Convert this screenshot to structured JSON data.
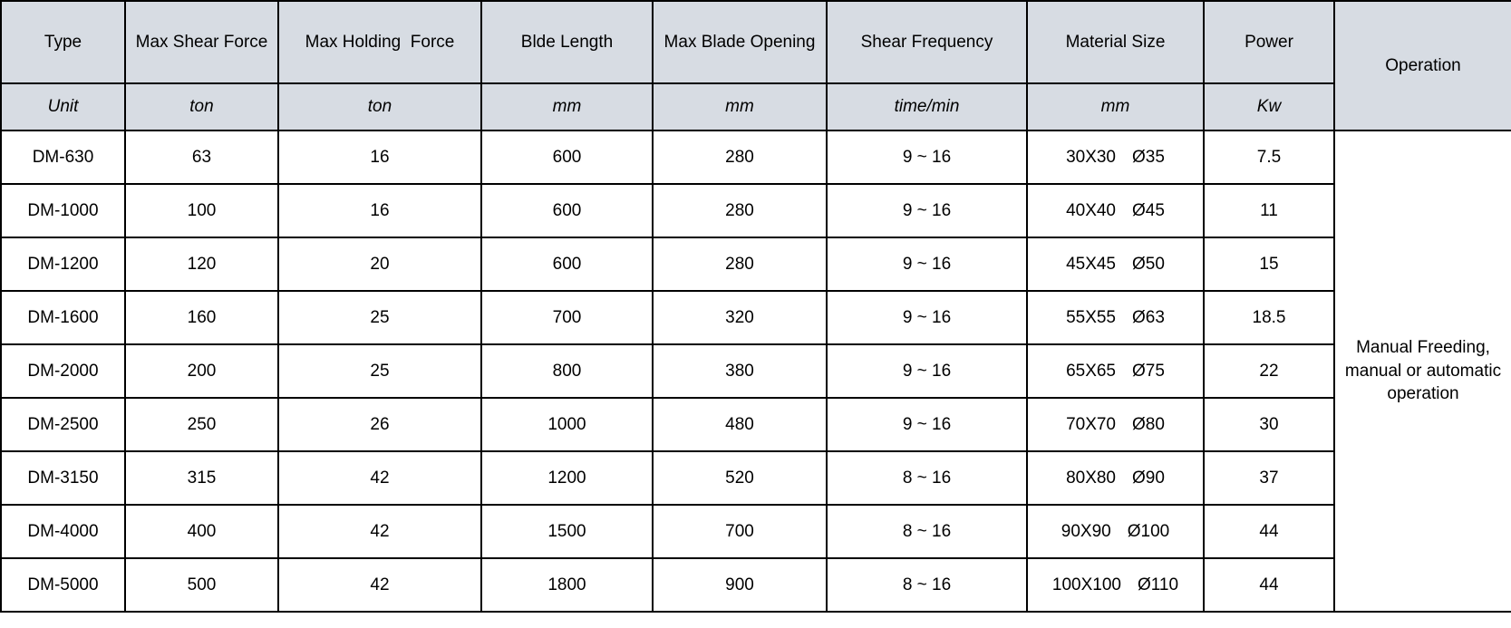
{
  "table": {
    "headers": [
      "Type",
      "Max Shear Force",
      "Max Holding  Force",
      "Blde Length",
      "Max Blade Opening",
      "Shear Frequency",
      "Material Size",
      "Power",
      "Operation"
    ],
    "units": [
      "Unit",
      "ton",
      "ton",
      "mm",
      "mm",
      "time/min",
      "mm",
      "Kw"
    ],
    "rows": [
      {
        "type": "DM-630",
        "shear": "63",
        "holding": "16",
        "length": "600",
        "opening": "280",
        "frequency": "9 ~ 16",
        "mat_sq": "30X30",
        "mat_dia": "Ø35",
        "power": "7.5"
      },
      {
        "type": "DM-1000",
        "shear": "100",
        "holding": "16",
        "length": "600",
        "opening": "280",
        "frequency": "9 ~ 16",
        "mat_sq": "40X40",
        "mat_dia": "Ø45",
        "power": "11"
      },
      {
        "type": "DM-1200",
        "shear": "120",
        "holding": "20",
        "length": "600",
        "opening": "280",
        "frequency": "9 ~ 16",
        "mat_sq": "45X45",
        "mat_dia": "Ø50",
        "power": "15"
      },
      {
        "type": "DM-1600",
        "shear": "160",
        "holding": "25",
        "length": "700",
        "opening": "320",
        "frequency": "9 ~ 16",
        "mat_sq": "55X55",
        "mat_dia": "Ø63",
        "power": "18.5"
      },
      {
        "type": "DM-2000",
        "shear": "200",
        "holding": "25",
        "length": "800",
        "opening": "380",
        "frequency": "9 ~ 16",
        "mat_sq": "65X65",
        "mat_dia": "Ø75",
        "power": "22"
      },
      {
        "type": "DM-2500",
        "shear": "250",
        "holding": "26",
        "length": "1000",
        "opening": "480",
        "frequency": "9 ~ 16",
        "mat_sq": "70X70",
        "mat_dia": "Ø80",
        "power": "30"
      },
      {
        "type": "DM-3150",
        "shear": "315",
        "holding": "42",
        "length": "1200",
        "opening": "520",
        "frequency": "8 ~ 16",
        "mat_sq": "80X80",
        "mat_dia": "Ø90",
        "power": "37"
      },
      {
        "type": "DM-4000",
        "shear": "400",
        "holding": "42",
        "length": "1500",
        "opening": "700",
        "frequency": "8 ~ 16",
        "mat_sq": "90X90",
        "mat_dia": "Ø100",
        "power": "44"
      },
      {
        "type": "DM-5000",
        "shear": "500",
        "holding": "42",
        "length": "1800",
        "opening": "900",
        "frequency": "8 ~ 16",
        "mat_sq": "100X100",
        "mat_dia": "Ø110",
        "power": "44"
      }
    ],
    "operation_lines": [
      "Manual Freeding,",
      "manual or automatic",
      "operation"
    ]
  },
  "colors": {
    "header_bg": "#d7dce3",
    "border": "#000000",
    "body_bg": "#ffffff"
  }
}
